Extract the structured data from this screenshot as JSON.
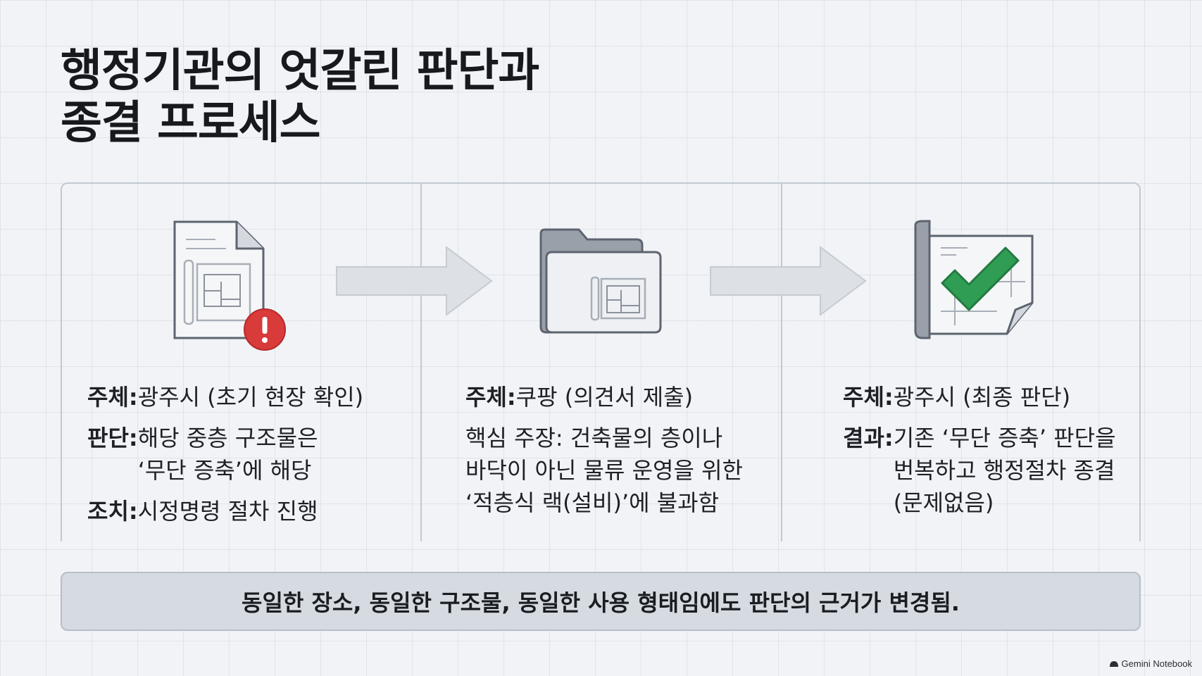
{
  "title": {
    "line1": "행정기관의 엇갈린 판단과",
    "line2": "종결 프로세스"
  },
  "steps": [
    {
      "icon": "document-warning-icon",
      "rows": [
        {
          "label": "주체: ",
          "value": "광주시 (초기 현장 확인)"
        },
        {
          "label": "판단: ",
          "lines": [
            "해당 중층 구조물은",
            "‘무단 증축’에 해당"
          ]
        },
        {
          "label": "조치: ",
          "value": "시정명령 절차 진행"
        }
      ]
    },
    {
      "icon": "folder-blueprint-icon",
      "rows": [
        {
          "label": "주체: ",
          "value": "쿠팡 (의견서 제출)"
        },
        {
          "lines": [
            "핵심 주장: 건축물의 층이나",
            "바닥이 아닌 물류 운영을 위한",
            "‘적층식 랙(설비)’에 불과함"
          ]
        }
      ]
    },
    {
      "icon": "document-check-icon",
      "rows": [
        {
          "label": "주체: ",
          "value": "광주시 (최종 판단)"
        },
        {
          "label": "결과: ",
          "lines": [
            "기존 ‘무단 증축’ 판단을",
            "번복하고 행정절차 종결",
            "(문제없음)"
          ]
        }
      ]
    }
  ],
  "summary": "동일한 장소, 동일한 구조물, 동일한 사용 형태임에도 판단의 근거가 변경됨.",
  "badge": "Gemini Notebook",
  "colors": {
    "background": "#f1f3f6",
    "panel_border": "#c3c9d2",
    "arrow": "#dde1e6",
    "warning": "#d93a3a",
    "check": "#2f9e54",
    "summary_bg": "#d6dbe2"
  }
}
